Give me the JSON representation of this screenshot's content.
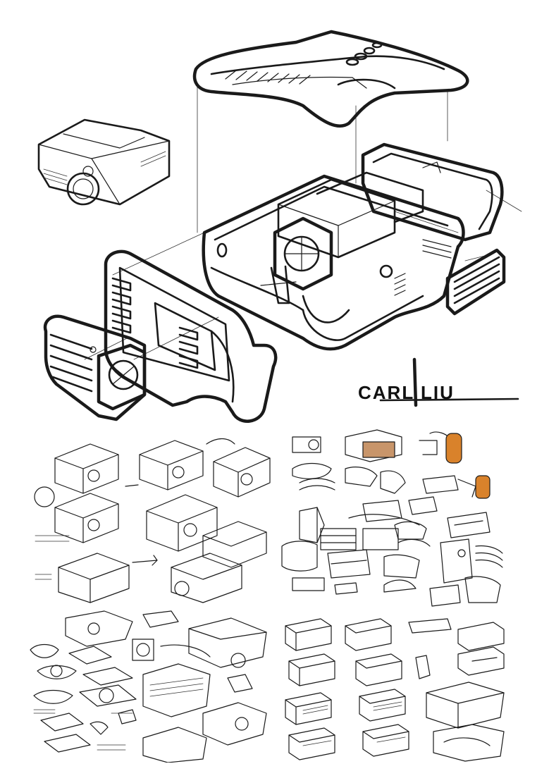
{
  "signature": {
    "text": "CARL LIU"
  },
  "colors": {
    "ink": "#1a1a1a",
    "paper": "#ffffff",
    "accent_orange": "#d9822b",
    "accent_tan": "#c8956a"
  },
  "panels": [
    {
      "id": "main-exploded-view",
      "position": "top"
    },
    {
      "id": "sketch-sheet-projector-views",
      "position": "bottom-left-top"
    },
    {
      "id": "sketch-sheet-form-studies",
      "position": "bottom-right-top"
    },
    {
      "id": "sketch-sheet-component-studies",
      "position": "bottom-left-bottom"
    },
    {
      "id": "sketch-sheet-box-variants",
      "position": "bottom-right-bottom"
    }
  ]
}
